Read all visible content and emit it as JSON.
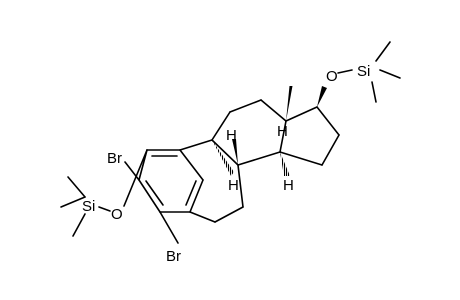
{
  "molecule": {
    "atom_labels": {
      "br_top": "Br",
      "br_bottom": "Br",
      "o_left": "O",
      "o_right": "O",
      "si_left": "Si",
      "si_right": "Si",
      "h_9": "H",
      "h_8": "H",
      "h_14": "H",
      "h_13": "H"
    }
  }
}
